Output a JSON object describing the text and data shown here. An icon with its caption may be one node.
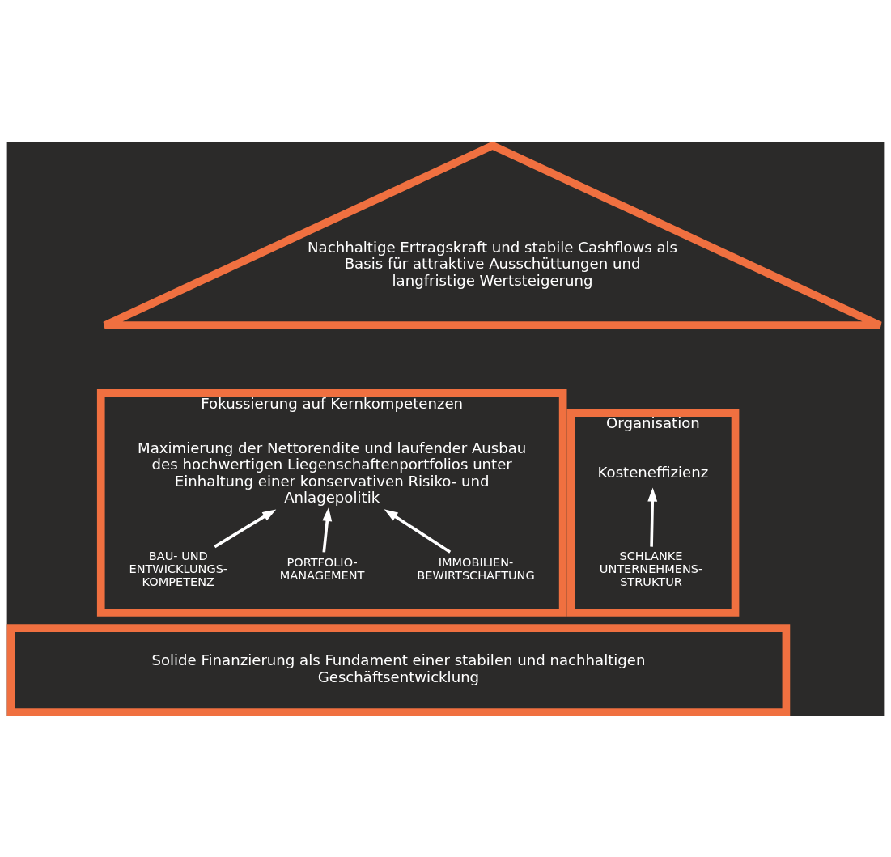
{
  "diagram": {
    "nodes": [
      {
        "text": [
          "Nachhaltige Ertragskraft und stabile Cashflows als Basis für attraktive Ausschüttungen und langfristige Wertsteigerung"
        ]
      },
      {
        "text": [
          "Fokussierung auf Kernkompetenzen"
        ]
      },
      {
        "text": [
          "Maximierung der Nettorendite und laufender Ausbau des hochwertigen Liegenschaftenportfolios unter Einhaltung einer konservativen Risiko- und Anlagepolitik"
        ],
        "in": 1
      },
      {
        "text": [
          "IMMOBILIEN- BEWIRTSCHAFTUNG"
        ],
        "in": 1
      },
      {
        "text": [
          "PORTFOLIO- MANAGEMENT"
        ],
        "in": 1
      },
      {
        "text": [
          "BAU- UND ENTWICKLUNGS- KOMPETENZ"
        ],
        "in": 1
      },
      {
        "text": [
          "Organisation"
        ]
      },
      {
        "text": [
          "Kosteneffizienz"
        ],
        "in": 6
      },
      {
        "text": [
          "SCHLANKE UNTERNEHMENS- STRUKTUR"
        ],
        "in": 6
      },
      {
        "text": [
          "Solide Finanzierung als Fundament einer stabilen und nachhaltigen Geschäftsentwicklung"
        ]
      }
    ],
    "edges": [
      {
        "from": 3,
        "to": 2,
        "arrow": "to"
      },
      {
        "from": 4,
        "to": 2,
        "arrow": "to"
      },
      {
        "from": 5,
        "to": 2,
        "arrow": "to"
      },
      {
        "from": 8,
        "to": 7,
        "arrow": "to"
      }
    ]
  }
}
